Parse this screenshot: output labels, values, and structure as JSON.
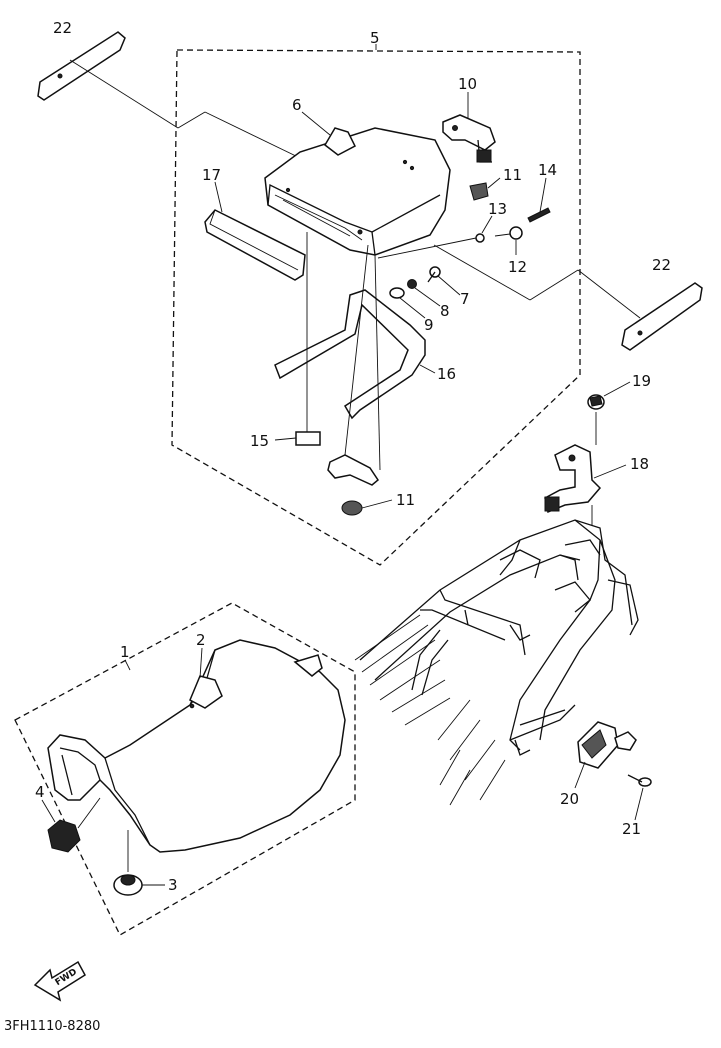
{
  "callouts": {
    "c1": "1",
    "c2": "2",
    "c3": "3",
    "c4": "4",
    "c5": "5",
    "c6": "6",
    "c7": "7",
    "c8": "8",
    "c9": "9",
    "c10": "10",
    "c11a": "11",
    "c11b": "11",
    "c12": "12",
    "c13": "13",
    "c14": "14",
    "c15": "15",
    "c16": "16",
    "c17": "17",
    "c18": "18",
    "c19": "19",
    "c20": "20",
    "c21": "21",
    "c22a": "22",
    "c22b": "22"
  },
  "fwd_label": "FWD",
  "figure_code": "3FH1110-8280"
}
